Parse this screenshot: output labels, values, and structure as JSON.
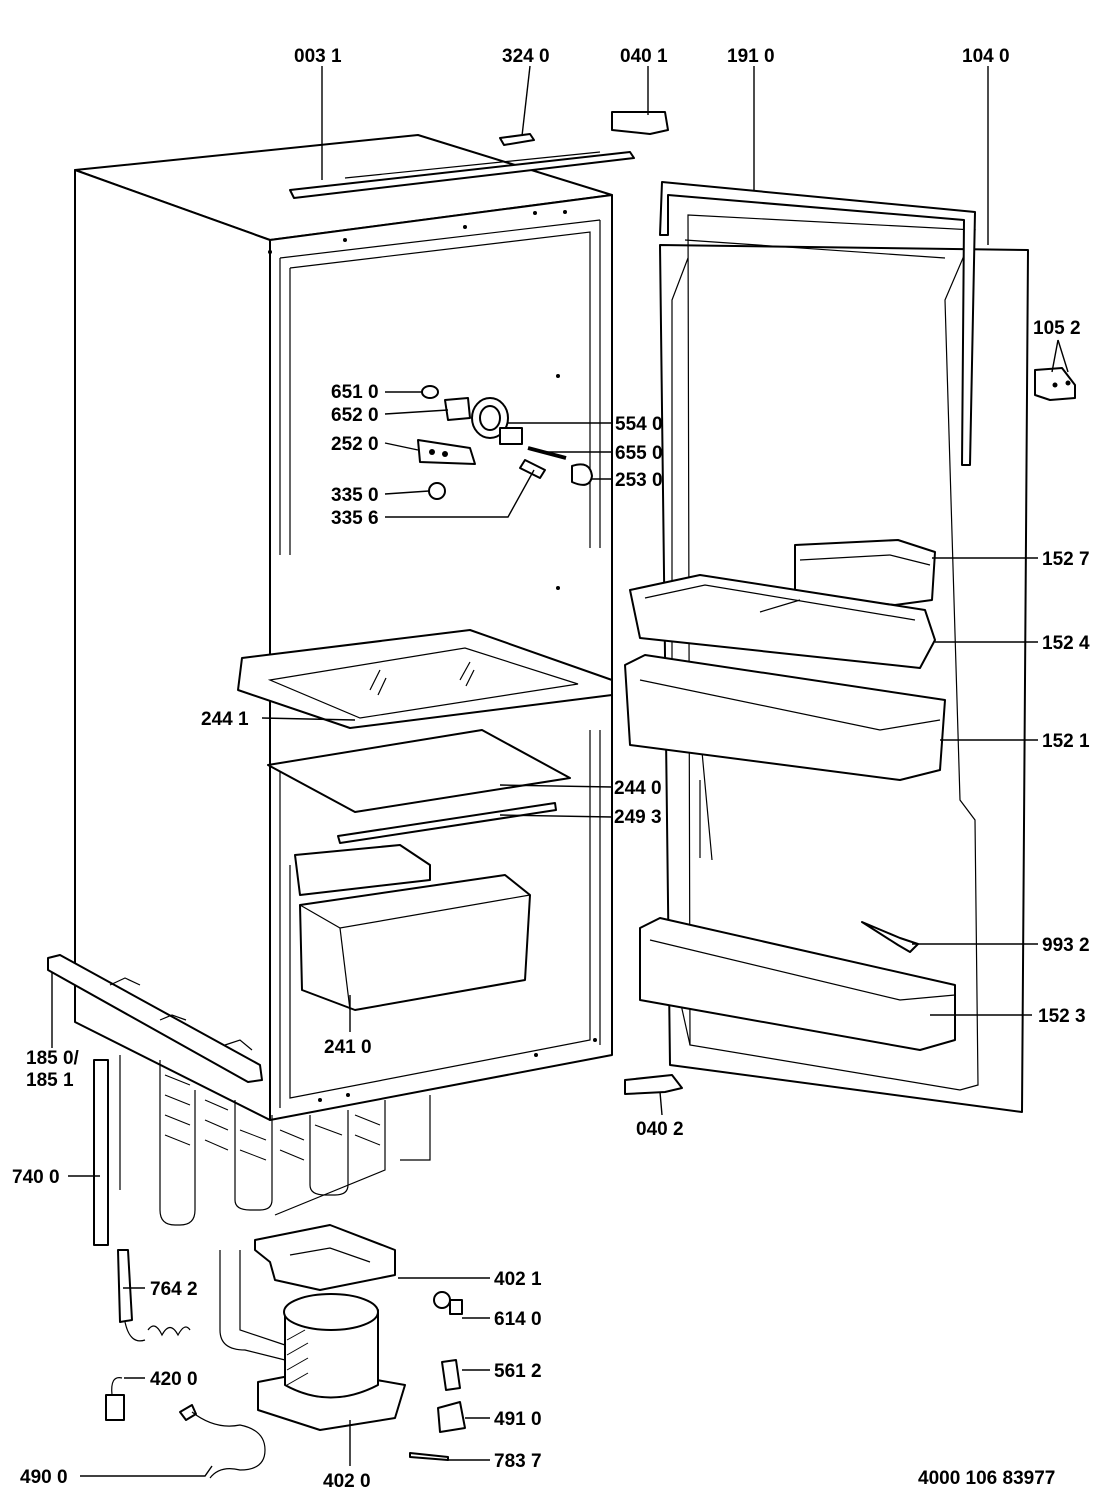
{
  "labels": {
    "l0031": "003 1",
    "l3240": "324 0",
    "l0401": "040 1",
    "l1910": "191 0",
    "l1040": "104 0",
    "l1052": "105 2",
    "l6510": "651 0",
    "l6520": "652 0",
    "l2520": "252 0",
    "l3350": "335 0",
    "l3356": "335 6",
    "l5540": "554 0",
    "l6550": "655 0",
    "l2530": "253 0",
    "l1527": "152 7",
    "l1524": "152 4",
    "l1521": "152 1",
    "l2441": "244 1",
    "l2440": "244 0",
    "l2493": "249 3",
    "l9932": "993 2",
    "l1523": "152 3",
    "l2410": "241 0",
    "l1850": "185 0/",
    "l1851": "185 1",
    "l0402": "040 2",
    "l7400": "740 0",
    "l7642": "764 2",
    "l4021": "402 1",
    "l6140": "614 0",
    "l5612": "561 2",
    "l4200": "420 0",
    "l4910": "491 0",
    "l7837": "783 7",
    "l4900": "490 0",
    "l4020": "402 0",
    "docnum": "4000 106 83977"
  }
}
